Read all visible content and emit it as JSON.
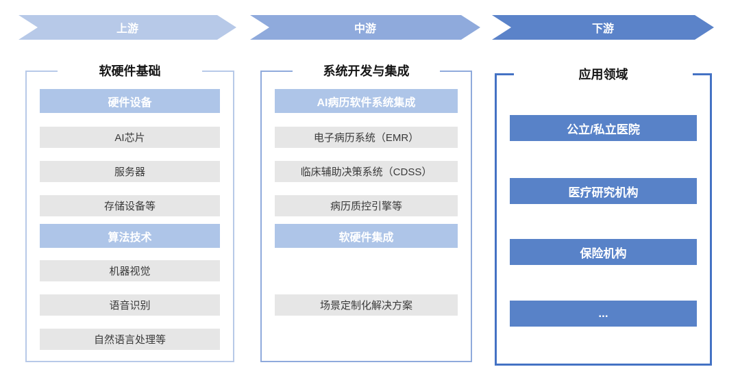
{
  "colors": {
    "upstream_blue": "#b7c9e8",
    "midstream_blue": "#8faadc",
    "downstream_blue": "#5b83c9",
    "downstream_border_blue": "#4472c4",
    "header_item_blue": "#aec5e8",
    "app_item_blue": "#5882c8",
    "plain_item_gray": "#e6e6e6"
  },
  "stages": [
    {
      "arrow_label": "上游",
      "box_title": "软硬件基础",
      "items": [
        {
          "label": "硬件设备"
        },
        {
          "label": "AI芯片"
        },
        {
          "label": "服务器"
        },
        {
          "label": "存储设备等"
        },
        {
          "label": "算法技术"
        },
        {
          "label": "机器视觉"
        },
        {
          "label": "语音识别"
        },
        {
          "label": "自然语言处理等"
        }
      ]
    },
    {
      "arrow_label": "中游",
      "box_title": "系统开发与集成",
      "items": [
        {
          "label": "AI病历软件系统集成"
        },
        {
          "label": "电子病历系统（EMR）"
        },
        {
          "label": "临床辅助决策系统（CDSS）"
        },
        {
          "label": "病历质控引擎等"
        },
        {
          "label": "软硬件集成"
        },
        {
          "label": "场景定制化解决方案"
        }
      ]
    },
    {
      "arrow_label": "下游",
      "box_title": "应用领域",
      "items": [
        {
          "label": "公立/私立医院"
        },
        {
          "label": "医疗研究机构"
        },
        {
          "label": "保险机构"
        },
        {
          "label": "..."
        }
      ]
    }
  ]
}
